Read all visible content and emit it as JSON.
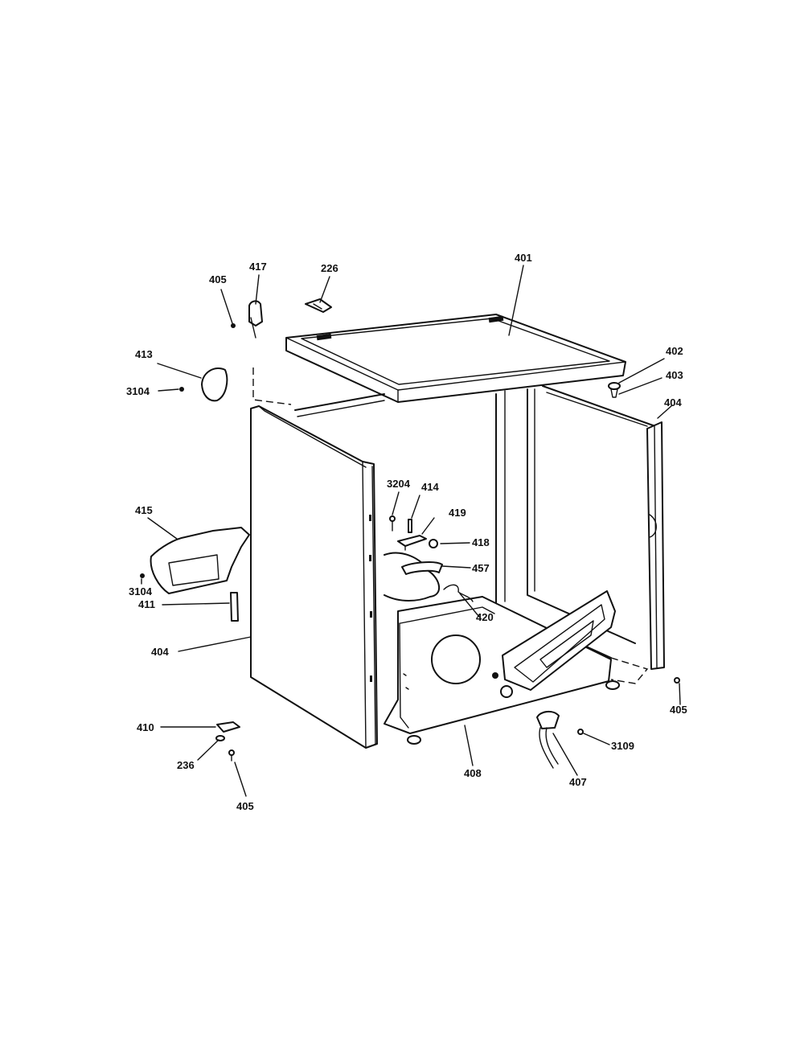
{
  "parts": [
    {
      "id": "p401",
      "label": "401"
    },
    {
      "id": "p226",
      "label": "226"
    },
    {
      "id": "p417",
      "label": "417"
    },
    {
      "id": "p405a",
      "label": "405"
    },
    {
      "id": "p413",
      "label": "413"
    },
    {
      "id": "p3104a",
      "label": "3104"
    },
    {
      "id": "p402",
      "label": "402"
    },
    {
      "id": "p403",
      "label": "403"
    },
    {
      "id": "p404r",
      "label": "404"
    },
    {
      "id": "p3204",
      "label": "3204"
    },
    {
      "id": "p414",
      "label": "414"
    },
    {
      "id": "p419",
      "label": "419"
    },
    {
      "id": "p418",
      "label": "418"
    },
    {
      "id": "p457",
      "label": "457"
    },
    {
      "id": "p415",
      "label": "415"
    },
    {
      "id": "p3104b",
      "label": "3104"
    },
    {
      "id": "p411",
      "label": "411"
    },
    {
      "id": "p420",
      "label": "420"
    },
    {
      "id": "p404l",
      "label": "404"
    },
    {
      "id": "p405r",
      "label": "405"
    },
    {
      "id": "p410",
      "label": "410"
    },
    {
      "id": "p236",
      "label": "236"
    },
    {
      "id": "p405b",
      "label": "405"
    },
    {
      "id": "p408",
      "label": "408"
    },
    {
      "id": "p3109",
      "label": "3109"
    },
    {
      "id": "p407",
      "label": "407"
    }
  ]
}
